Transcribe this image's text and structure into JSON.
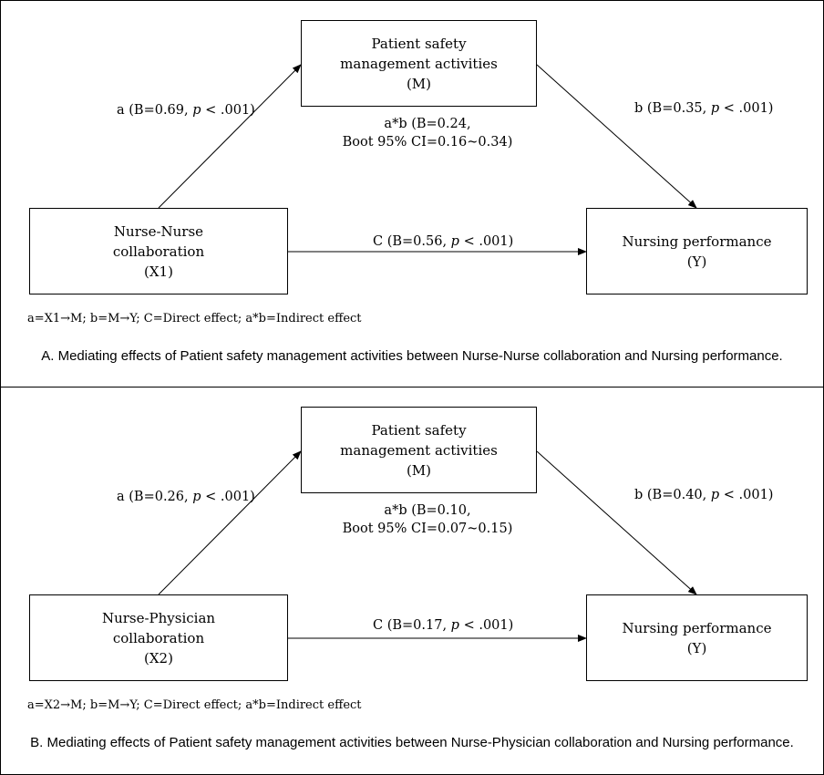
{
  "panels": [
    {
      "mediator": [
        "Patient safety",
        "management activities",
        "(M)"
      ],
      "predictor": [
        "Nurse-Nurse",
        "collaboration",
        "(X1)"
      ],
      "outcome": [
        "Nursing performance",
        "(Y)"
      ],
      "path_a": {
        "prefix": "a (B=0.69, ",
        "p": "p",
        "suffix": " < .001)"
      },
      "path_b": {
        "prefix": "b (B=0.35, ",
        "p": "p",
        "suffix": " < .001)"
      },
      "path_c": {
        "prefix": "C (B=0.56, ",
        "p": "p",
        "suffix": " < .001)"
      },
      "indirect": [
        "a*b (B=0.24,",
        "Boot 95% CI=0.16~0.34)"
      ],
      "legend": "a=X1→M; b=M→Y; C=Direct effect; a*b=Indirect effect",
      "caption": "A. Mediating effects of Patient safety management activities between Nurse-Nurse collaboration and Nursing performance."
    },
    {
      "mediator": [
        "Patient safety",
        "management activities",
        "(M)"
      ],
      "predictor": [
        "Nurse-Physician",
        "collaboration",
        "(X2)"
      ],
      "outcome": [
        "Nursing performance",
        "(Y)"
      ],
      "path_a": {
        "prefix": "a (B=0.26, ",
        "p": "p",
        "suffix": " < .001)"
      },
      "path_b": {
        "prefix": "b (B=0.40, ",
        "p": "p",
        "suffix": " < .001)"
      },
      "path_c": {
        "prefix": "C (B=0.17, ",
        "p": "p",
        "suffix": " < .001)"
      },
      "indirect": [
        "a*b (B=0.10,",
        "Boot 95% CI=0.07~0.15)"
      ],
      "legend": "a=X2→M; b=M→Y; C=Direct effect; a*b=Indirect effect",
      "caption": "B. Mediating effects of Patient safety management activities between Nurse-Physician collaboration and Nursing performance."
    }
  ]
}
